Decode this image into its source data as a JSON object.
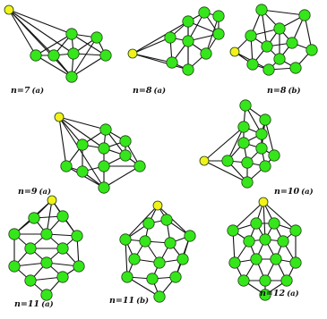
{
  "colors": {
    "atom": "#35e61b",
    "impurity": "#f2f21a",
    "bond": "#111111"
  },
  "clusters": [
    {
      "id": "n7a",
      "n": "n=7",
      "variant": "(a)"
    },
    {
      "id": "n8a",
      "n": "n=8",
      "variant": "(a)"
    },
    {
      "id": "n8b",
      "n": "n=8",
      "variant": "(b)"
    },
    {
      "id": "n9a",
      "n": "n=9",
      "variant": "(a)"
    },
    {
      "id": "n10a",
      "n": "n=10",
      "variant": "(a)"
    },
    {
      "id": "n11a",
      "n": "n=11",
      "variant": "(a)"
    },
    {
      "id": "n11b",
      "n": "n=11",
      "variant": "(b)"
    },
    {
      "id": "n12a",
      "n": "n=12",
      "variant": "(a)"
    }
  ]
}
